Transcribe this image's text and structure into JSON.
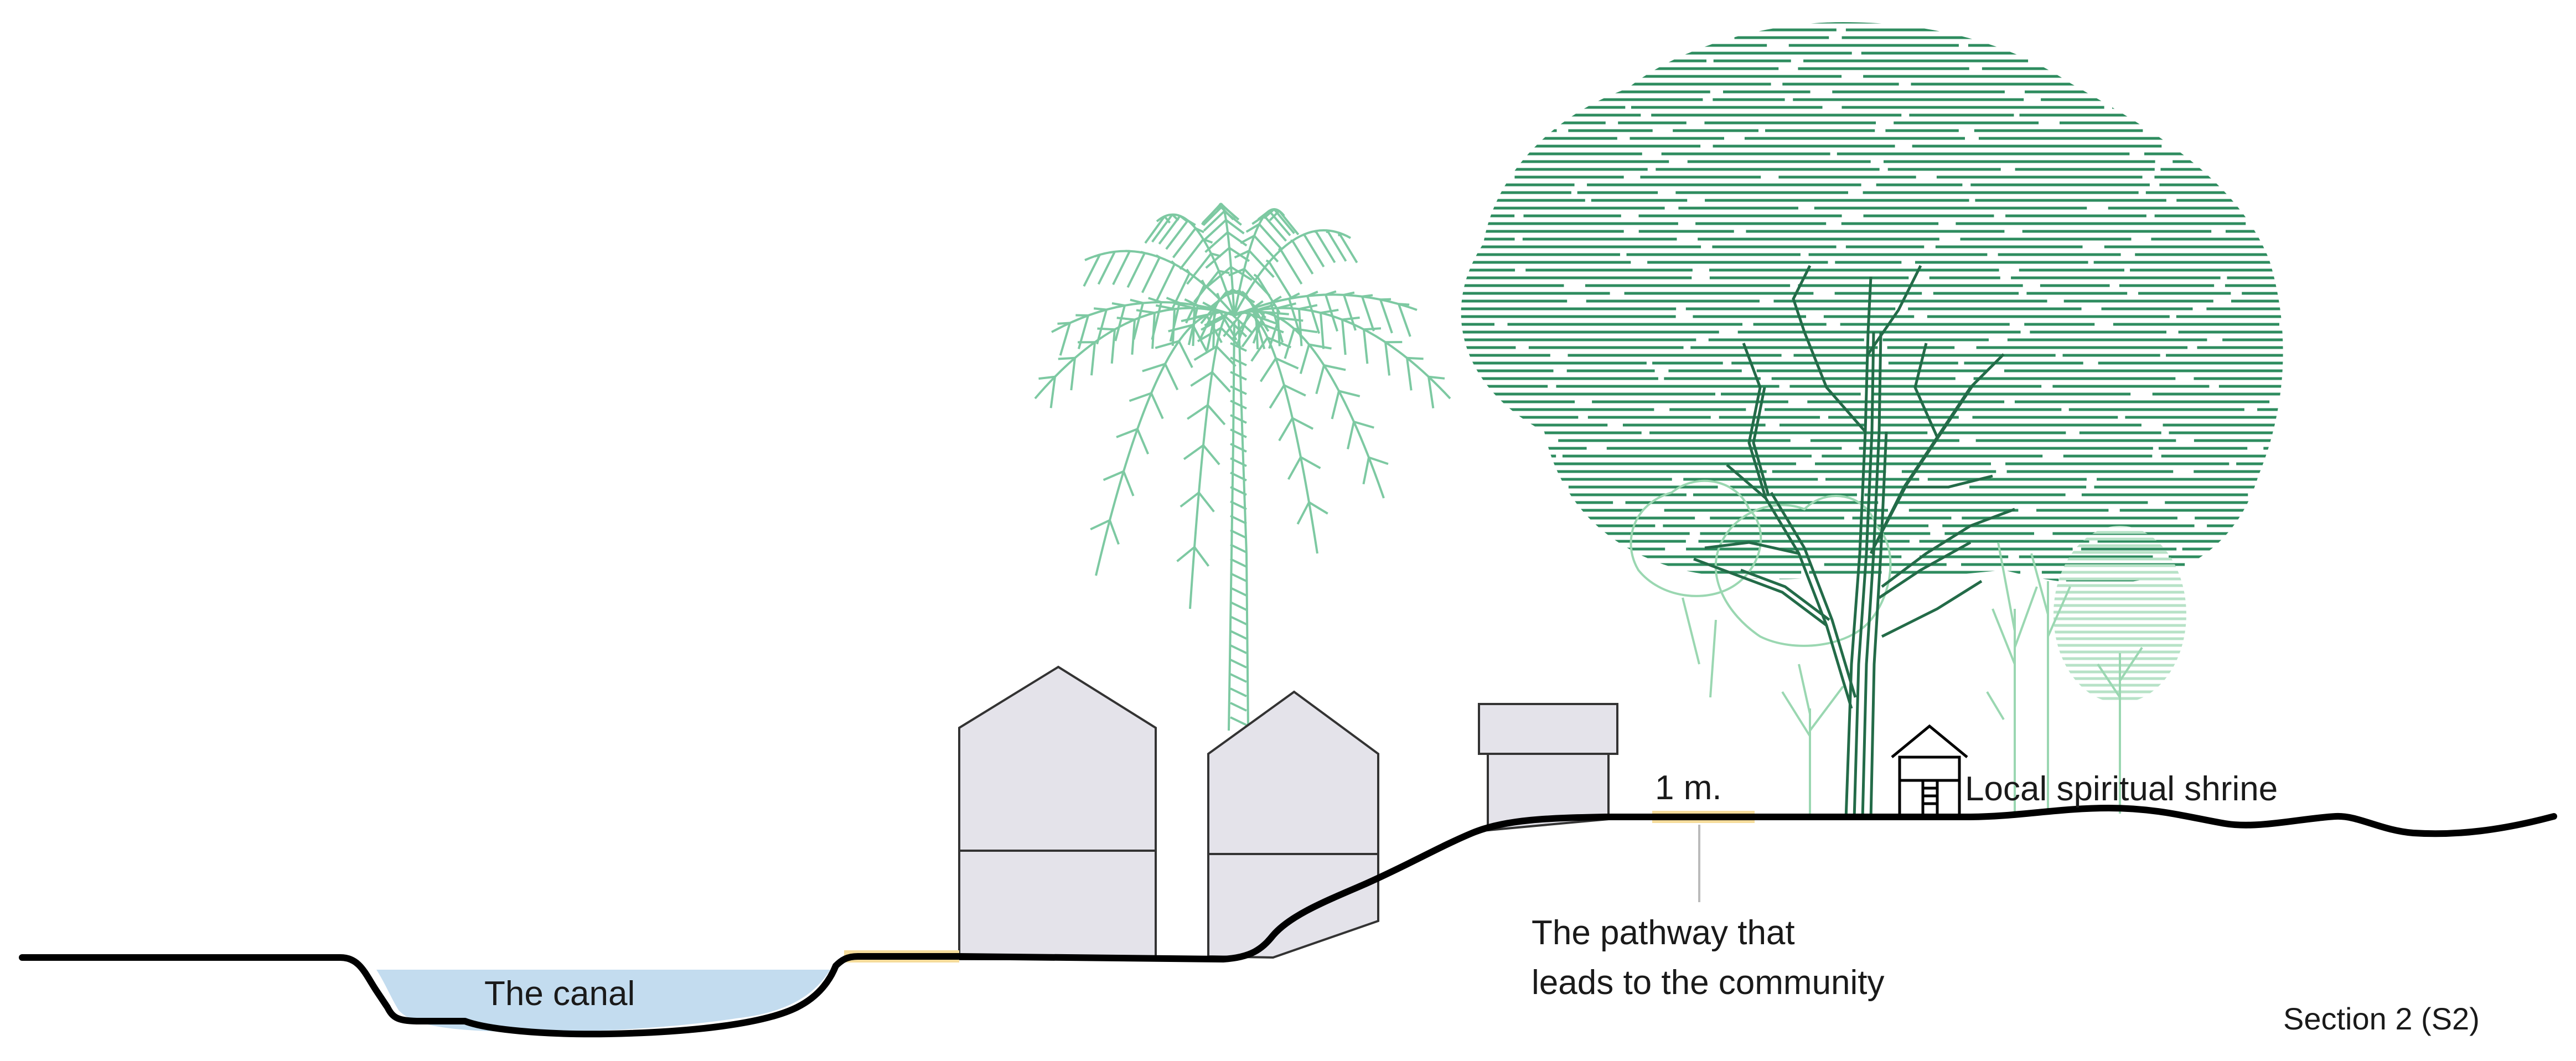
{
  "labels": {
    "canal": "The canal",
    "pathway_line1": "The pathway that",
    "pathway_line2": "leads to the community",
    "path_width": "1 m.",
    "shrine": "Local spiritual shrine",
    "section": "Section 2 (S2)"
  },
  "colors": {
    "ground": "#000000",
    "water": "#c3dcef",
    "path": "#f5dc9b",
    "building_fill": "#e4e3ea",
    "building_stroke": "#333333",
    "palm": "#7dc9a2",
    "big_tree": "#2e8c5f",
    "trunk": "#236b48",
    "small_tree": "#9ad7b1",
    "leader_line": "#bbbbbb"
  },
  "icons": [
    "palm-tree-icon",
    "canopy-tree-icon",
    "small-tree-icon",
    "shrine-icon",
    "house-icon"
  ]
}
